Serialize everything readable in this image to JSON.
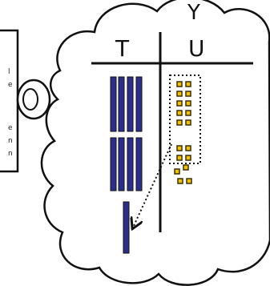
{
  "colors": {
    "background": "#ffffff",
    "outline": "#111111",
    "tens_rod": "#2b2f8c",
    "unit_cube_fill": "#f2c200",
    "unit_cube_border": "#3a3000"
  },
  "headers": {
    "above": "Y",
    "tens": "T",
    "units": "U"
  },
  "left_box_fragments": [
    "l",
    "e",
    "e",
    "n",
    "n"
  ],
  "place_value": {
    "tens_rods_top_group": 4,
    "tens_rods_middle_group": 4,
    "tens_rods_moved": 1,
    "unit_cubes_grouped": 10,
    "unit_cubes_loose": 4
  },
  "icons": {
    "thought_cloud": "thought-cloud-icon",
    "eye": "eye-icon",
    "arrow": "dotted-arrow-icon"
  }
}
